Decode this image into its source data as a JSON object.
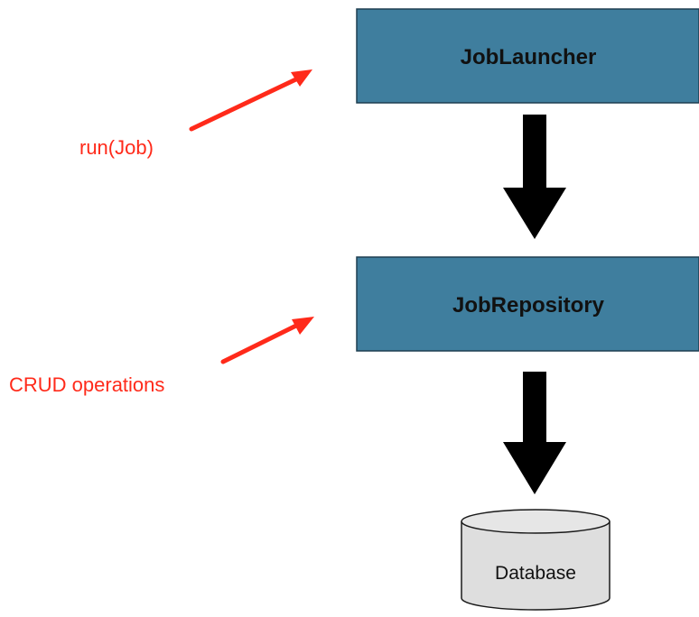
{
  "diagram": {
    "components": {
      "job_launcher": {
        "label": "JobLauncher"
      },
      "job_repository": {
        "label": "JobRepository"
      },
      "database": {
        "label": "Database"
      }
    },
    "annotations": {
      "run_job": {
        "label": "run(Job)"
      },
      "crud_operations": {
        "label": "CRUD operations"
      }
    }
  },
  "colors": {
    "box_fill": "#3F7E9E",
    "box_stroke": "#1E3F50",
    "annotation": "#FF2A1A",
    "flow_arrow": "#000000",
    "database_fill": "#DEDEDE"
  }
}
